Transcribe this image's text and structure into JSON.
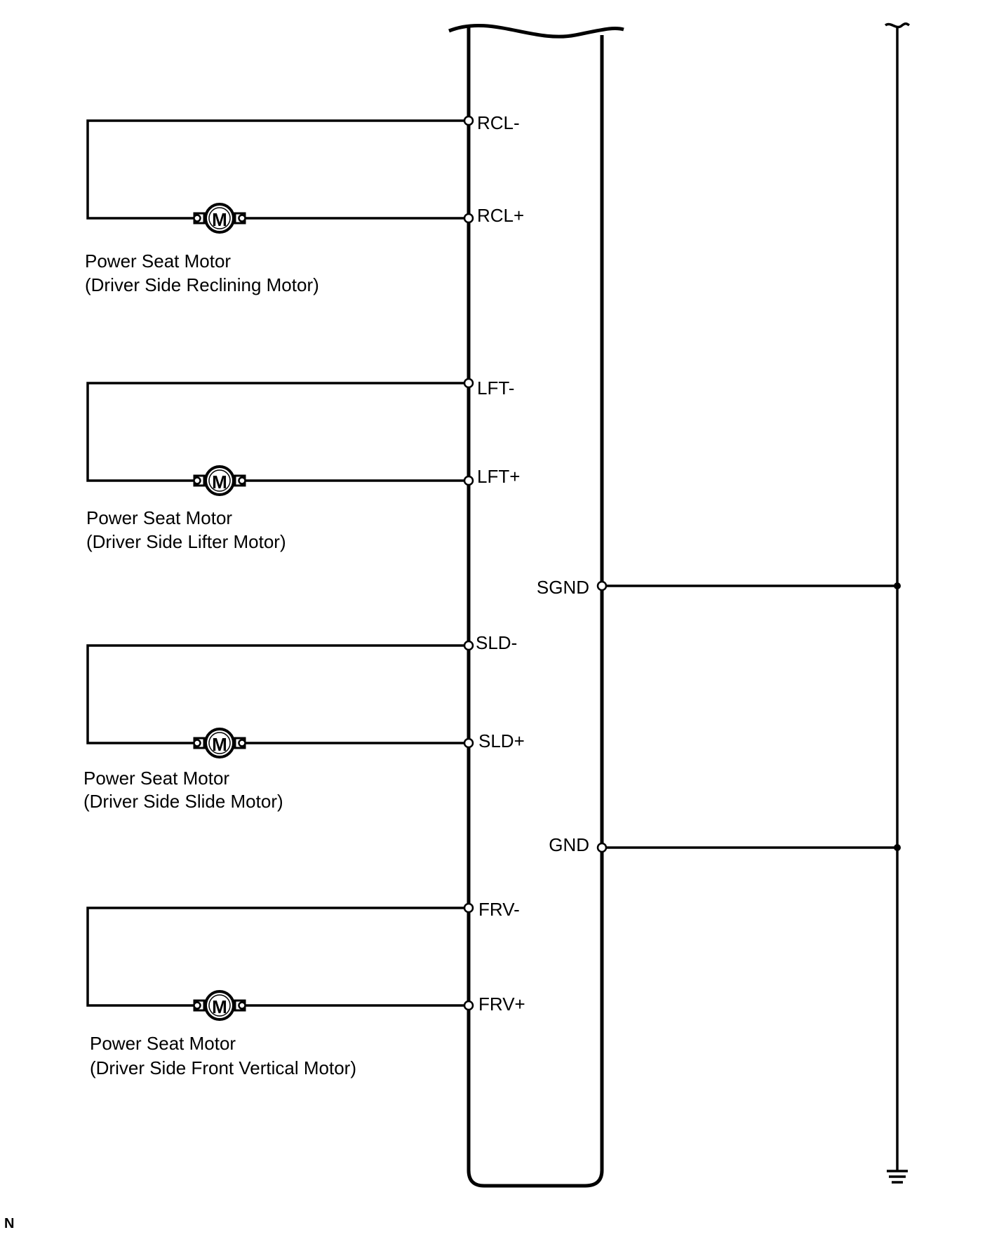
{
  "terminals": {
    "rcl_neg": "RCL-",
    "rcl_pos": "RCL+",
    "lft_neg": "LFT-",
    "lft_pos": "LFT+",
    "sld_neg": "SLD-",
    "sld_pos": "SLD+",
    "frv_neg": "FRV-",
    "frv_pos": "FRV+",
    "sgnd": "SGND",
    "gnd": "GND"
  },
  "motors": [
    {
      "symbol": "M",
      "name": "Power Seat Motor",
      "desc": "(Driver Side Reclining Motor)"
    },
    {
      "symbol": "M",
      "name": "Power Seat Motor",
      "desc": "(Driver Side Lifter Motor)"
    },
    {
      "symbol": "M",
      "name": "Power Seat Motor",
      "desc": "(Driver Side Slide Motor)"
    },
    {
      "symbol": "M",
      "name": "Power Seat Motor",
      "desc": "(Driver Side Front Vertical Motor)"
    }
  ],
  "corner_mark": "N",
  "icons": {
    "ground": "ground-symbol-icon",
    "motor": "motor-icon",
    "break": "wire-break-icon"
  }
}
